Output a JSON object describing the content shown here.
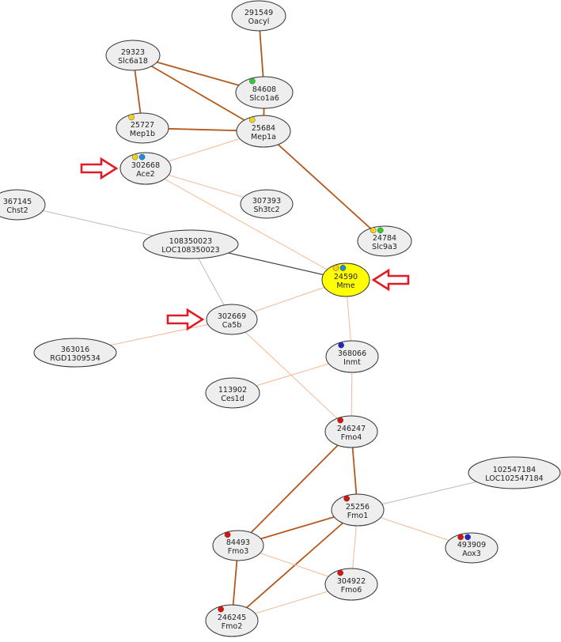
{
  "colors": {
    "node_fill": "#eeeeee",
    "node_stroke": "#333333",
    "highlight_fill": "#ffff00",
    "arrow": "#e01b24",
    "edge_strong": "#b5581c",
    "edge_weak": "#f7b893",
    "edge_gray": "#bbbbbb",
    "edge_black": "#444444",
    "dot_yellow": "#f2d21b",
    "dot_green": "#2fcc2f",
    "dot_blue": "#1f8ad8",
    "dot_red": "#d9130f",
    "dot_navy": "#2424c8"
  },
  "nodes": [
    {
      "key": "n291549",
      "id": "291549",
      "symbol": "Oacyl",
      "highlight": false,
      "dots": []
    },
    {
      "key": "n29323",
      "id": "29323",
      "symbol": "Slc6a18",
      "highlight": false,
      "dots": []
    },
    {
      "key": "n84608",
      "id": "84608",
      "symbol": "Slco1a6",
      "highlight": false,
      "dots": [
        "green"
      ]
    },
    {
      "key": "n25727",
      "id": "25727",
      "symbol": "Mep1b",
      "highlight": false,
      "dots": [
        "yellow"
      ]
    },
    {
      "key": "n25684",
      "id": "25684",
      "symbol": "Mep1a",
      "highlight": false,
      "dots": [
        "yellow"
      ]
    },
    {
      "key": "n302668",
      "id": "302668",
      "symbol": "Ace2",
      "highlight": false,
      "dots": [
        "yellow",
        "blue"
      ]
    },
    {
      "key": "n307393",
      "id": "307393",
      "symbol": "Sh3tc2",
      "highlight": false,
      "dots": []
    },
    {
      "key": "n367145",
      "id": "367145",
      "symbol": "Chst2",
      "highlight": false,
      "dots": []
    },
    {
      "key": "n24784",
      "id": "24784",
      "symbol": "Slc9a3",
      "highlight": false,
      "dots": [
        "yellow",
        "green"
      ]
    },
    {
      "key": "n108350023",
      "id": "108350023",
      "symbol": "LOC108350023",
      "highlight": false,
      "dots": []
    },
    {
      "key": "n24590",
      "id": "24590",
      "symbol": "Mme",
      "highlight": true,
      "dots": [
        "yellow",
        "blue"
      ]
    },
    {
      "key": "n302669",
      "id": "302669",
      "symbol": "Ca5b",
      "highlight": false,
      "dots": []
    },
    {
      "key": "n363016",
      "id": "363016",
      "symbol": "RGD1309534",
      "highlight": false,
      "dots": []
    },
    {
      "key": "n368066",
      "id": "368066",
      "symbol": "Inmt",
      "highlight": false,
      "dots": [
        "navy"
      ]
    },
    {
      "key": "n113902",
      "id": "113902",
      "symbol": "Ces1d",
      "highlight": false,
      "dots": []
    },
    {
      "key": "n246247",
      "id": "246247",
      "symbol": "Fmo4",
      "highlight": false,
      "dots": [
        "red"
      ]
    },
    {
      "key": "n102547184",
      "id": "102547184",
      "symbol": "LOC102547184",
      "highlight": false,
      "dots": []
    },
    {
      "key": "n25256",
      "id": "25256",
      "symbol": "Fmo1",
      "highlight": false,
      "dots": [
        "red"
      ]
    },
    {
      "key": "n493909",
      "id": "493909",
      "symbol": "Aox3",
      "highlight": false,
      "dots": [
        "red",
        "navy"
      ]
    },
    {
      "key": "n84493",
      "id": "84493",
      "symbol": "Fmo3",
      "highlight": false,
      "dots": [
        "red"
      ]
    },
    {
      "key": "n304922",
      "id": "304922",
      "symbol": "Fmo6",
      "highlight": false,
      "dots": [
        "red"
      ]
    },
    {
      "key": "n246245",
      "id": "246245",
      "symbol": "Fmo2",
      "highlight": false,
      "dots": [
        "red"
      ]
    }
  ],
  "edges": [
    {
      "from": "n291549",
      "to": "n84608",
      "style": "strong"
    },
    {
      "from": "n29323",
      "to": "n84608",
      "style": "strong"
    },
    {
      "from": "n29323",
      "to": "n25684",
      "style": "strong"
    },
    {
      "from": "n29323",
      "to": "n25727",
      "style": "strong"
    },
    {
      "from": "n25727",
      "to": "n25684",
      "style": "strong"
    },
    {
      "from": "n84608",
      "to": "n25684",
      "style": "strong"
    },
    {
      "from": "n25684",
      "to": "n24784",
      "style": "strong"
    },
    {
      "from": "n25684",
      "to": "n302668",
      "style": "weak"
    },
    {
      "from": "n302668",
      "to": "n307393",
      "style": "weak"
    },
    {
      "from": "n302668",
      "to": "n24590",
      "style": "weak"
    },
    {
      "from": "n367145",
      "to": "n108350023",
      "style": "gray"
    },
    {
      "from": "n108350023",
      "to": "n24590",
      "style": "black"
    },
    {
      "from": "n108350023",
      "to": "n302669",
      "style": "gray"
    },
    {
      "from": "n24590",
      "to": "n302669",
      "style": "weak"
    },
    {
      "from": "n24590",
      "to": "n368066",
      "style": "weak"
    },
    {
      "from": "n302669",
      "to": "n363016",
      "style": "weak"
    },
    {
      "from": "n302669",
      "to": "n246247",
      "style": "weak"
    },
    {
      "from": "n368066",
      "to": "n113902",
      "style": "weak"
    },
    {
      "from": "n368066",
      "to": "n246247",
      "style": "weak"
    },
    {
      "from": "n246247",
      "to": "n25256",
      "style": "strong"
    },
    {
      "from": "n246247",
      "to": "n84493",
      "style": "strong"
    },
    {
      "from": "n102547184",
      "to": "n25256",
      "style": "gray"
    },
    {
      "from": "n25256",
      "to": "n84493",
      "style": "strong"
    },
    {
      "from": "n25256",
      "to": "n246245",
      "style": "strong"
    },
    {
      "from": "n25256",
      "to": "n493909",
      "style": "weak"
    },
    {
      "from": "n25256",
      "to": "n304922",
      "style": "weak"
    },
    {
      "from": "n84493",
      "to": "n246245",
      "style": "strong"
    },
    {
      "from": "n84493",
      "to": "n304922",
      "style": "weak"
    },
    {
      "from": "n246245",
      "to": "n304922",
      "style": "weak"
    }
  ],
  "markers": [
    {
      "target": "n302668",
      "direction": "right",
      "label": "arrow-to-ace2"
    },
    {
      "target": "n24590",
      "direction": "left",
      "label": "arrow-to-mme"
    },
    {
      "target": "n302669",
      "direction": "right",
      "label": "arrow-to-ca5b"
    }
  ]
}
